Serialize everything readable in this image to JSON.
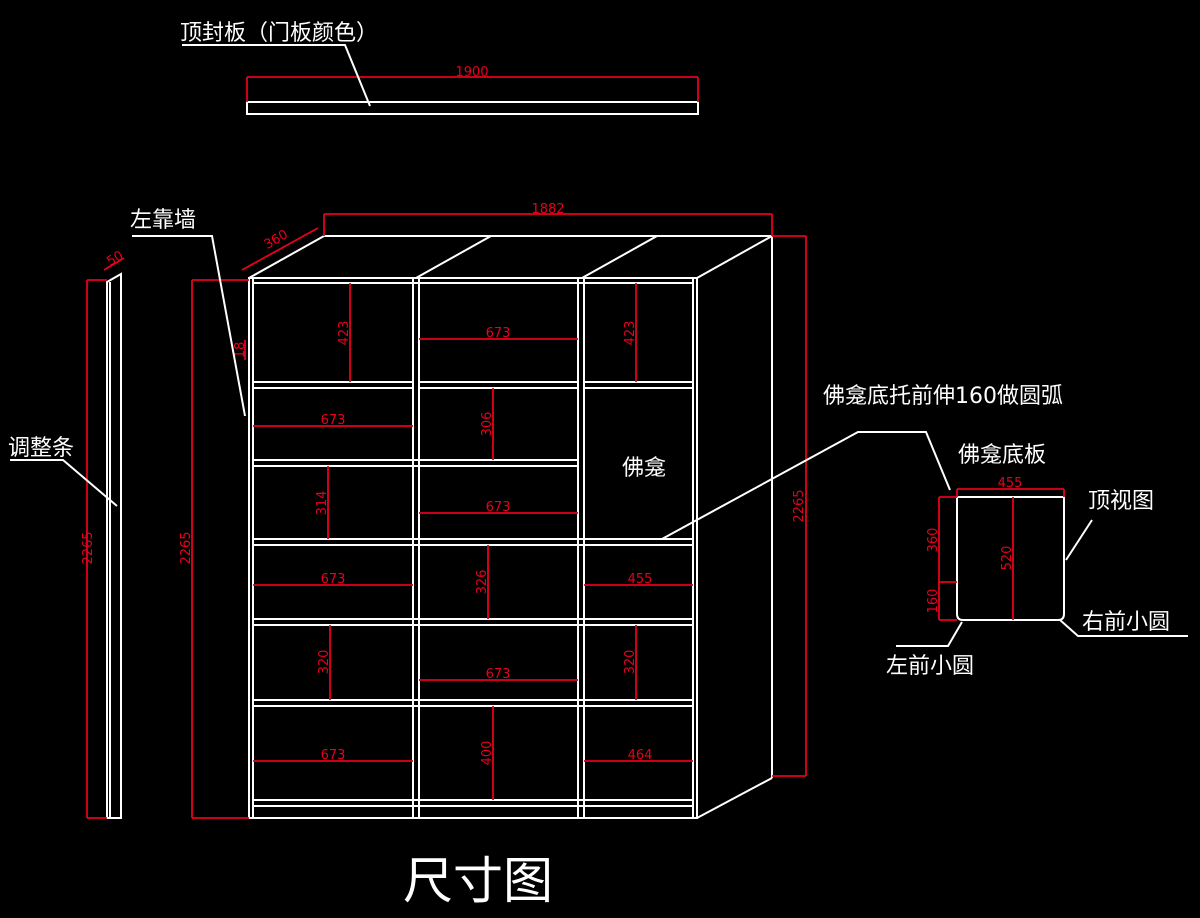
{
  "title": "尺寸图",
  "labels": {
    "top_board": "顶封板（门板颜色）",
    "left_wall": "左靠墙",
    "adjust_strip": "调整条",
    "niche": "佛龛",
    "niche_extension": "佛龛底托前伸160做圆弧",
    "niche_base": "佛龛底板",
    "top_view": "顶视图",
    "right_front_round": "右前小圆",
    "left_front_round": "左前小圆"
  },
  "dimensions": {
    "top_board_width": "1900",
    "cabinet_width": "1882",
    "depth": "360",
    "strip_width": "50",
    "strip_height": "2265",
    "left_height": "2265",
    "right_height": "2265",
    "board_thickness": "18",
    "col1_r1_height": "423",
    "col2_r1_width": "673",
    "col3_r1_height": "423",
    "col1_r2_width": "673",
    "col2_r2_height": "306",
    "col1_r3_height": "314",
    "col2_r3_width": "673",
    "col1_r4_width": "673",
    "col2_r4_height": "326",
    "col3_r4_width": "455",
    "col1_r5_height": "320",
    "col2_r5_width": "673",
    "col3_r5_height": "320",
    "col1_r6_width": "673",
    "col2_r6_height": "400",
    "col3_r6_width": "464",
    "base_width": "455",
    "base_depth": "520",
    "base_back": "360",
    "base_front": "160"
  }
}
